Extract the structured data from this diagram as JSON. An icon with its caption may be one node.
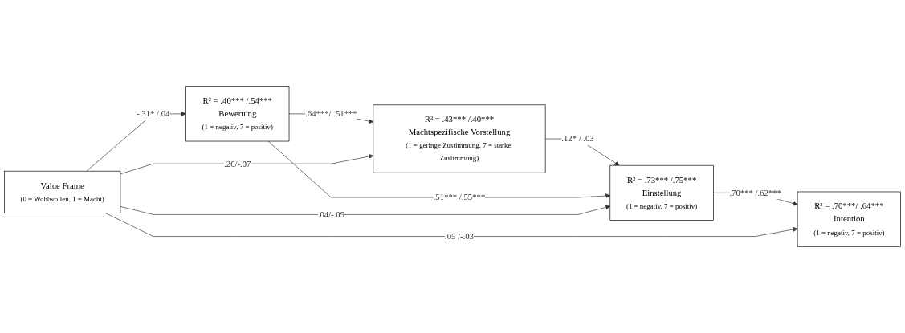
{
  "diagram": {
    "nodes": [
      {
        "text": [
          "R² = .40*** /.54***",
          "Bewertung",
          "(1 = negativ, 7 = positiv)"
        ]
      },
      {
        "text": [
          "R² = .43*** /.40***",
          "Machtspezifische Vorstellung",
          "(1 = geringe Zustimmung, 7 = starke Zustimmung)"
        ]
      },
      {
        "text": [
          "R² = .73*** /.75***",
          "Einstellung",
          "(1 = negativ, 7 = positiv)"
        ]
      },
      {
        "text": [
          "Value Frame",
          "(0 = Wohlwollen, 1 = Macht)"
        ]
      },
      {
        "text": [
          "R² = .70***/ .64***",
          "Intention",
          "(1 = negativ, 7 = positiv)"
        ]
      }
    ],
    "edges": [
      {
        "from": 3,
        "to": 0,
        "arrow": "to",
        "label": "-.31* /.04"
      },
      {
        "from": 0,
        "to": 1,
        "arrow": "to",
        "label": ".64***/ .51***"
      },
      {
        "from": 1,
        "to": 2,
        "arrow": "to",
        "label": ".12* / .03"
      },
      {
        "from": 0,
        "to": 2,
        "arrow": "to",
        "label": ".51*** /.55***"
      },
      {
        "from": 3,
        "to": 1,
        "arrow": "to",
        "label": ".20/-.07"
      },
      {
        "from": 3,
        "to": 2,
        "arrow": "to",
        "label": ".04/-.09"
      },
      {
        "from": 2,
        "to": 4,
        "arrow": "to",
        "label": ".70*** /.62***"
      },
      {
        "from": 3,
        "to": 4,
        "arrow": "to",
        "label": ".05 /-.03"
      }
    ]
  }
}
